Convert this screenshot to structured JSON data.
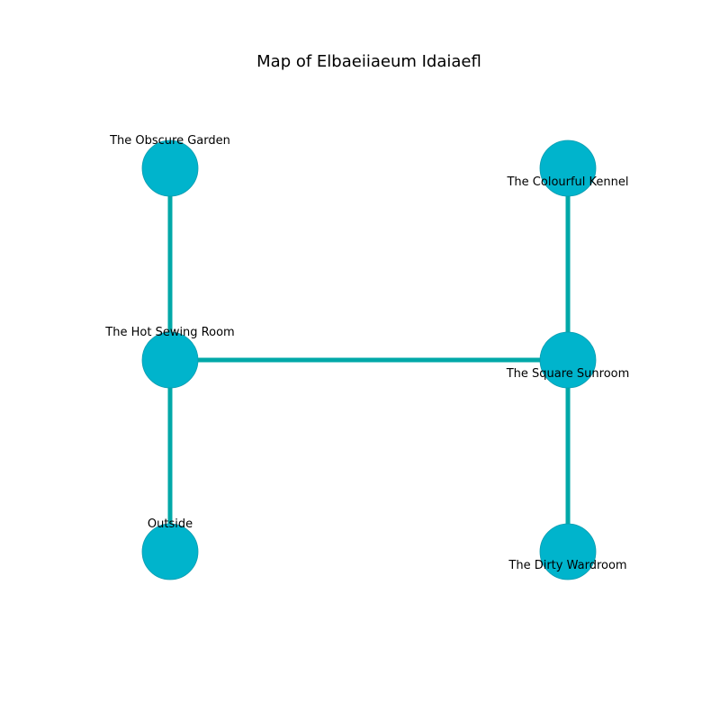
{
  "title": "Map of Elbaeiiaeum Idaiaefl",
  "colors": {
    "node_fill": "#00b4cc",
    "node_stroke": "#0a9cb0",
    "edge": "#00a8a8",
    "text": "#000000",
    "background": "#ffffff"
  },
  "rooms": [
    {
      "id": "obscure-garden",
      "name": "The Obscure Garden",
      "label_side": "above"
    },
    {
      "id": "colourful-kennel",
      "name": "The Colourful Kennel",
      "label_side": "below"
    },
    {
      "id": "hot-sewing-room",
      "name": "The Hot Sewing Room",
      "label_side": "above"
    },
    {
      "id": "square-sunroom",
      "name": "The Square Sunroom",
      "label_side": "below"
    },
    {
      "id": "outside",
      "name": "Outside",
      "label_side": "above"
    },
    {
      "id": "dirty-wardroom",
      "name": "The Dirty Wardroom",
      "label_side": "below"
    }
  ],
  "connections": [
    {
      "from": "obscure-garden",
      "to": "hot-sewing-room"
    },
    {
      "from": "hot-sewing-room",
      "to": "outside"
    },
    {
      "from": "hot-sewing-room",
      "to": "square-sunroom"
    },
    {
      "from": "colourful-kennel",
      "to": "square-sunroom"
    },
    {
      "from": "square-sunroom",
      "to": "dirty-wardroom"
    }
  ]
}
